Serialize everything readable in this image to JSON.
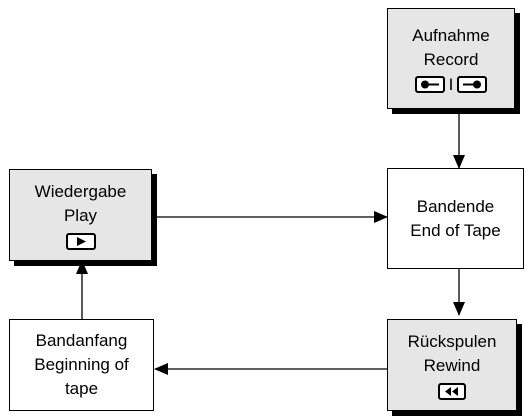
{
  "nodes": {
    "record": {
      "line1": "Aufnahme",
      "line2": "Record",
      "icon1": "record-button-icon",
      "separator": "I",
      "icon2": "record-button-icon"
    },
    "end_of_tape": {
      "line1": "Bandende",
      "line2": "End of Tape"
    },
    "rewind": {
      "line1": "Rückspulen",
      "line2": "Rewind",
      "icon": "rewind-button-icon"
    },
    "beginning": {
      "line1": "Bandanfang",
      "line2": "Beginning of",
      "line3": "tape"
    },
    "play": {
      "line1": "Wiedergabe",
      "line2": "Play",
      "icon": "play-button-icon"
    }
  },
  "edges": [
    {
      "from": "record",
      "to": "end_of_tape"
    },
    {
      "from": "end_of_tape",
      "to": "rewind"
    },
    {
      "from": "rewind",
      "to": "beginning"
    },
    {
      "from": "beginning",
      "to": "play"
    },
    {
      "from": "play",
      "to": "end_of_tape"
    }
  ],
  "colors": {
    "shaded_fill": "#e6e6e6",
    "border": "#000000"
  }
}
